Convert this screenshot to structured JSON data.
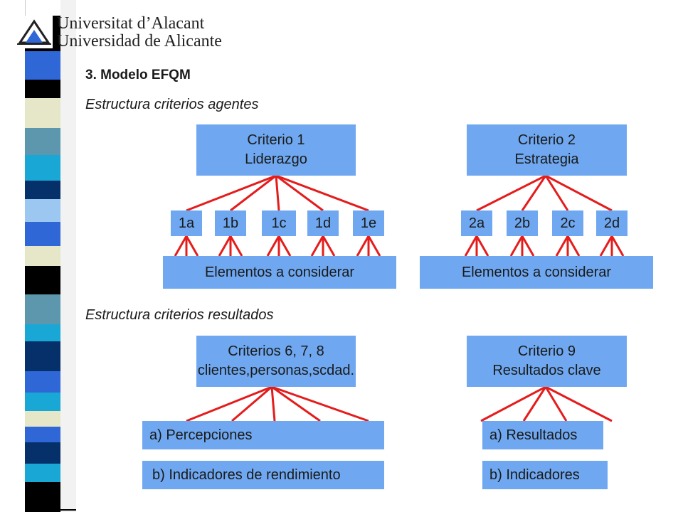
{
  "logo": {
    "line1": "Universitat d’Alacant",
    "line2": "Universidad de Alicante"
  },
  "heading": "3. Modelo EFQM",
  "agentes": {
    "title": "Estructura criterios agentes",
    "c1": {
      "line1": "Criterio 1",
      "line2": "Liderazgo",
      "subs": [
        "1a",
        "1b",
        "1c",
        "1d",
        "1e"
      ]
    },
    "c2": {
      "line1": "Criterio 2",
      "line2": "Estrategia",
      "subs": [
        "2a",
        "2b",
        "2c",
        "2d"
      ]
    },
    "elements_label": "Elementos a considerar"
  },
  "resultados": {
    "title": "Estructura criterios resultados",
    "c678": {
      "line1": "Criterios 6, 7, 8",
      "line2": "clientes,personas,scdad."
    },
    "c9": {
      "line1": "Criterio 9",
      "line2": "Resultados clave"
    },
    "left_a": "a) Percepciones",
    "left_b": "b) Indicadores de rendimiento",
    "right_a": "a) Resultados",
    "right_b": "b) Indicadores"
  },
  "colors": {
    "box": "#6fa8f0",
    "connector": "#e51c1c"
  }
}
